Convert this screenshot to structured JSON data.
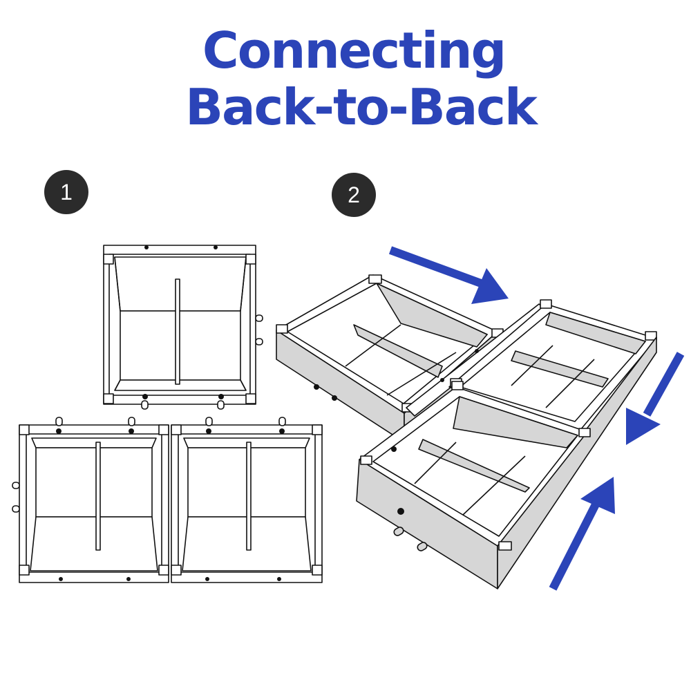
{
  "title": {
    "line1": "Connecting",
    "line2": "Back-to-Back",
    "color": "#2b44b8"
  },
  "steps": [
    {
      "label": "1"
    },
    {
      "label": "2"
    }
  ],
  "colors": {
    "badge_bg": "#2b2b2b",
    "badge_text": "#ffffff",
    "arrow": "#2b44b8",
    "outline": "#111111",
    "panel_fill": "#d6d6d6",
    "background": "#ffffff"
  },
  "icons": [
    "arrow-down-right-icon",
    "arrow-down-left-icon",
    "arrow-up-right-icon"
  ]
}
